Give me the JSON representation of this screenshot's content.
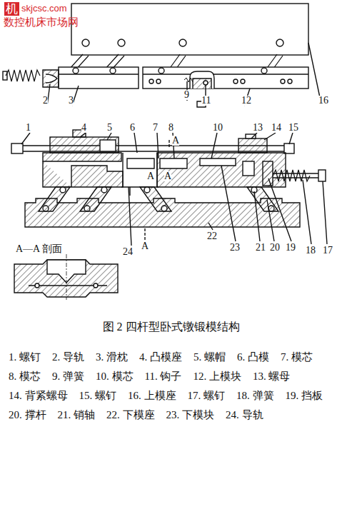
{
  "diagram": {
    "caption": "图 2  四杆型卧式镦锻模结构",
    "labels": [
      "机",
      "skjcsc.com",
      "数控机床市场网",
      "2",
      "3",
      "9",
      "11",
      "12",
      "16",
      "1",
      "4",
      "5",
      "6",
      "7",
      "8",
      "A",
      "10",
      "13",
      "14",
      "15",
      "A",
      "A",
      "18",
      "17",
      "A—A 剖面",
      "24",
      "A",
      "23",
      "22",
      "21",
      "20",
      "19",
      "1. 螺钉",
      "2. 导轨",
      "3. 滑枕",
      "4. 凸模座",
      "5. 螺帽",
      "6. 凸模",
      "7. 模芯",
      "8. 模芯",
      "9. 弹簧",
      "10. 模芯",
      "11. 钩子",
      "12. 上模块",
      "13. 螺母",
      "14. 背紧螺母",
      "15. 螺钉",
      "16. 上模座",
      "17. 螺钉",
      "18. 弹簧",
      "19. 挡板",
      "20. 撑杆",
      "21. 销轴",
      "22. 下模座",
      "23. 下模块",
      "24. 导轨"
    ]
  }
}
